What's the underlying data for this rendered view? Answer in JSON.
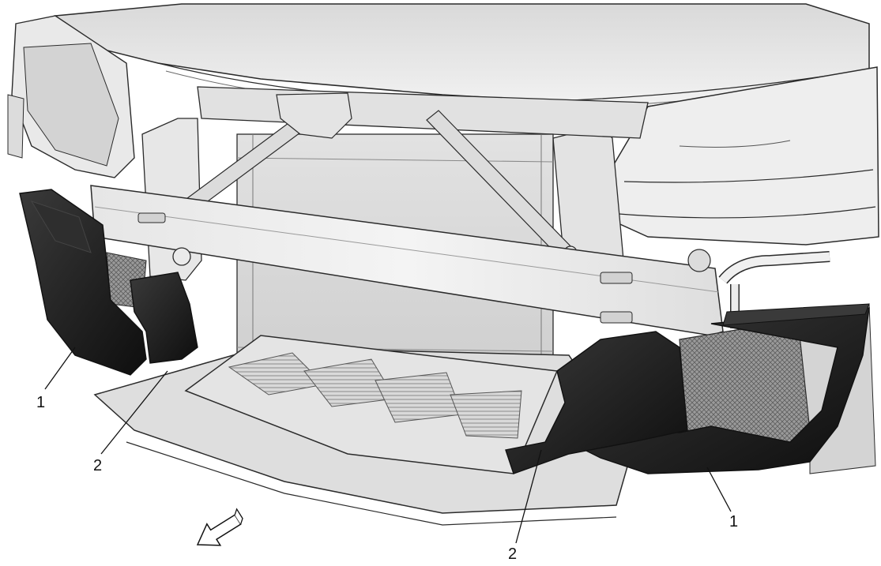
{
  "callouts": [
    {
      "id": "c1_left",
      "label": "1"
    },
    {
      "id": "c2_left",
      "label": "2"
    },
    {
      "id": "c2_right",
      "label": "2"
    },
    {
      "id": "c1_right",
      "label": "1"
    }
  ],
  "colors": {
    "outline": "#2b2b2b",
    "panel_light": "#eeeeee",
    "panel_mid": "#d6d6d6",
    "panel_dark": "#b8b8b8",
    "deflector": "#151515",
    "deflector_mid": "#3a3a3a"
  },
  "icons": [
    "direction-arrow-icon"
  ]
}
